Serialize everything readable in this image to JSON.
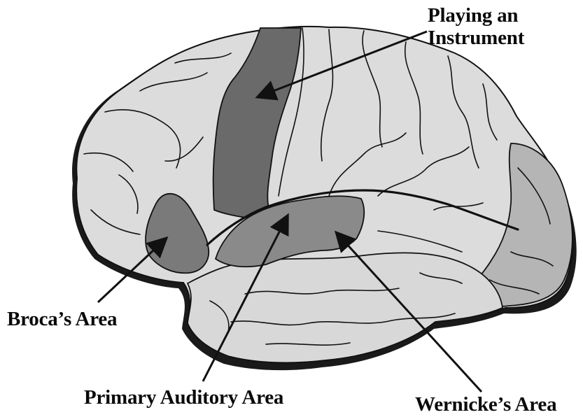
{
  "labels": {
    "playing_line1": "Playing an",
    "playing_line2": "Instrument",
    "broca": "Broca’s Area",
    "primary_auditory": "Primary Auditory Area",
    "wernicke": "Wernicke’s Area"
  },
  "colors": {
    "background": "#ffffff",
    "brain_fill": "#dcdcdc",
    "brain_shadow": "#1a1a1a",
    "highlight_dark": "#6a6a6a",
    "highlight_medium": "#8a8a8a",
    "occipital": "#b5b5b5",
    "outline": "#111111"
  }
}
